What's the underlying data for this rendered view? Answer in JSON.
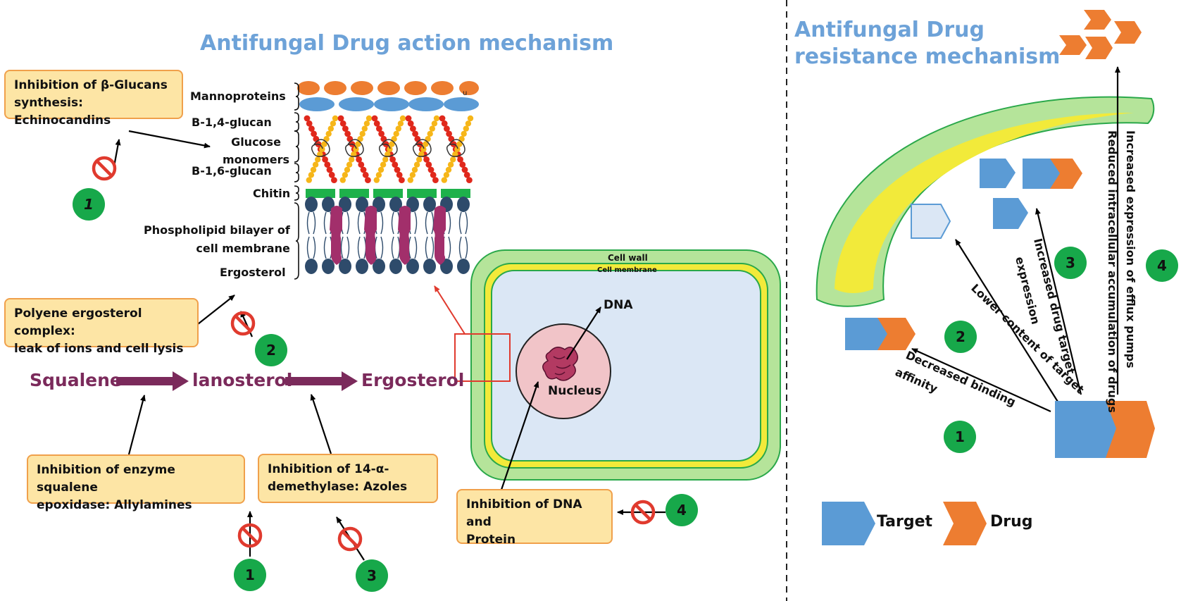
{
  "left_title": "Antifungal Drug action mechanism",
  "right_title": [
    "Antifungal Drug",
    "resistance mechanism"
  ],
  "boxes": {
    "glucans": [
      "Inhibition of β-Glucans",
      "synthesis: Echinocandins"
    ],
    "polyene": [
      "Polyene ergosterol complex:",
      "leak of ions and cell lysis"
    ],
    "allylamines": [
      "Inhibition of enzyme squalene",
      "epoxidase: Allylamines"
    ],
    "azoles": [
      "Inhibition of 14-α-",
      "demethylase: Azoles"
    ],
    "dna": [
      "Inhibition of DNA and",
      "Protein"
    ]
  },
  "wall_labels": {
    "mannoproteins": "Mannoproteins",
    "b14": "B-1,4-glucan",
    "glucose": [
      "Glucose",
      "monomers"
    ],
    "b16": "B-1,6-glucan",
    "chitin": "Chitin",
    "phospholipid": [
      "Phospholipid bilayer of",
      "cell membrane"
    ],
    "ergosterol": "Ergosterol",
    "tiny_mark": "u"
  },
  "pathway": {
    "squalene": "Squalene",
    "lanosterol": "lanosterol",
    "ergosterol": "Ergosterol"
  },
  "cell": {
    "wall": "Cell wall",
    "membrane": "Cell membrane",
    "dna": "DNA",
    "nucleus": "Nucleus"
  },
  "numbers": {
    "glucans": "1",
    "polyene": "2",
    "allylamines": "1",
    "azoles": "3",
    "dna": "4",
    "res1": "1",
    "res2": "2",
    "res3": "3",
    "res4": "4"
  },
  "resistance": {
    "r1": [
      "Decreased binding",
      "affinity"
    ],
    "r2": "Lower content of target",
    "r3": [
      "Increased drug target",
      "expression"
    ],
    "r4a": "Increased expression of efflux pumps",
    "r4b": "Reduced intracellular accumulation of drugs"
  },
  "legend": {
    "target": "Target",
    "drug": "Drug"
  },
  "colors": {
    "title": "#6da2d8",
    "box_fill": "#fde5a5",
    "box_border": "#f0a04b",
    "number_circle": "#17a84a",
    "pathway": "#7b2a5b",
    "target": "#5b9bd5",
    "drug": "#ed7d31",
    "cell_wall": "#b5e49a",
    "cell_membrane": "#f2ea3a",
    "cytoplasm": "#dbe7f5",
    "nucleus": "#f1c4c8",
    "no_sign": "#e03a2e"
  }
}
